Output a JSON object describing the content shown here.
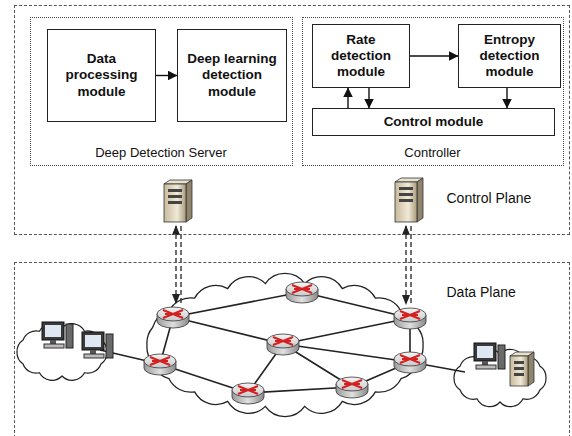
{
  "diagram": {
    "nodes": [
      {
        "text": [
          "Control Plane"
        ]
      },
      {
        "text": [
          "Deep Detection Server"
        ],
        "in": 0
      },
      {
        "text": [
          "Data processing module"
        ],
        "in": 1
      },
      {
        "text": [
          "Deep learning detection module"
        ],
        "in": 1
      },
      {
        "text": [
          "Controller"
        ],
        "in": 0
      },
      {
        "text": [
          "Rate detection module"
        ],
        "in": 4
      },
      {
        "text": [
          "Entropy detection module"
        ],
        "in": 4
      },
      {
        "text": [
          "Control module"
        ],
        "in": 4
      },
      {
        "text": [
          "Data Plane"
        ]
      }
    ],
    "edges": [
      {
        "from": 2,
        "to": 3,
        "arrow": "to"
      },
      {
        "from": 5,
        "to": 6,
        "arrow": "to"
      },
      {
        "from": 7,
        "to": 5,
        "arrow": "to"
      },
      {
        "from": 5,
        "to": 7,
        "arrow": "to"
      },
      {
        "from": 6,
        "to": 7,
        "arrow": "to"
      }
    ]
  }
}
